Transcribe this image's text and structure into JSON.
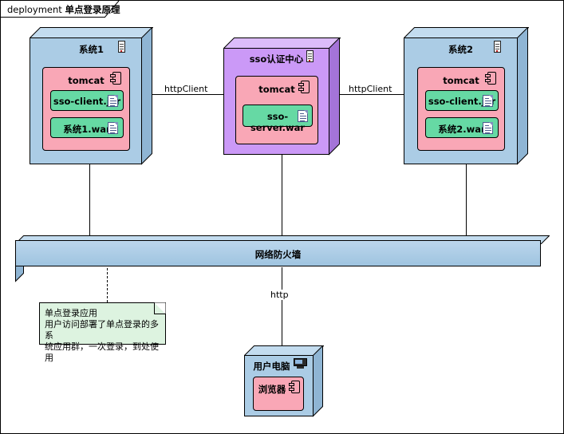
{
  "frame": {
    "keyword": "deployment",
    "name": "单点登录原理"
  },
  "nodes": [
    {
      "id": "system1",
      "title": "系统1",
      "icon": "server-icon",
      "color": "#ABCCE5",
      "component": {
        "title": "tomcat",
        "icon": "component-icon",
        "color": "#F9A7B6",
        "artifacts": [
          {
            "label": "sso-client.jar",
            "icon": "document-icon",
            "color": "#66D9A4"
          },
          {
            "label": "系统1.war",
            "icon": "document-icon",
            "color": "#66D9A4"
          }
        ]
      }
    },
    {
      "id": "sso-center",
      "title": "sso认证中心",
      "icon": "server-icon",
      "color": "#CB99F7",
      "component": {
        "title": "tomcat",
        "icon": "component-icon",
        "color": "#F9A7B6",
        "artifacts": [
          {
            "label": "sso-server.war",
            "icon": "document-icon",
            "color": "#66D9A4"
          }
        ]
      }
    },
    {
      "id": "system2",
      "title": "系统2",
      "icon": "server-icon",
      "color": "#ABCCE5",
      "component": {
        "title": "tomcat",
        "icon": "component-icon",
        "color": "#F9A7B6",
        "artifacts": [
          {
            "label": "sso-client.jar",
            "icon": "document-icon",
            "color": "#66D9A4"
          },
          {
            "label": "系统2.war",
            "icon": "document-icon",
            "color": "#66D9A4"
          }
        ]
      }
    }
  ],
  "firewall": {
    "label": "网络防火墙",
    "color": "#9FC4E0"
  },
  "user_computer": {
    "title": "用户电脑",
    "icon": "monitor-icon",
    "color": "#ABCCE5",
    "component": {
      "title": "浏览器",
      "icon": "component-icon",
      "color": "#F9A7B6"
    }
  },
  "note": {
    "text": "单点登录应用\n用户访问部署了单点登录的多系\n统应用群，一次登录，到处使用",
    "color": "#DDF3E0"
  },
  "edges": [
    {
      "id": "edge-left",
      "label": "httpClient"
    },
    {
      "id": "edge-right",
      "label": "httpClient"
    },
    {
      "id": "edge-http",
      "label": "http"
    }
  ]
}
